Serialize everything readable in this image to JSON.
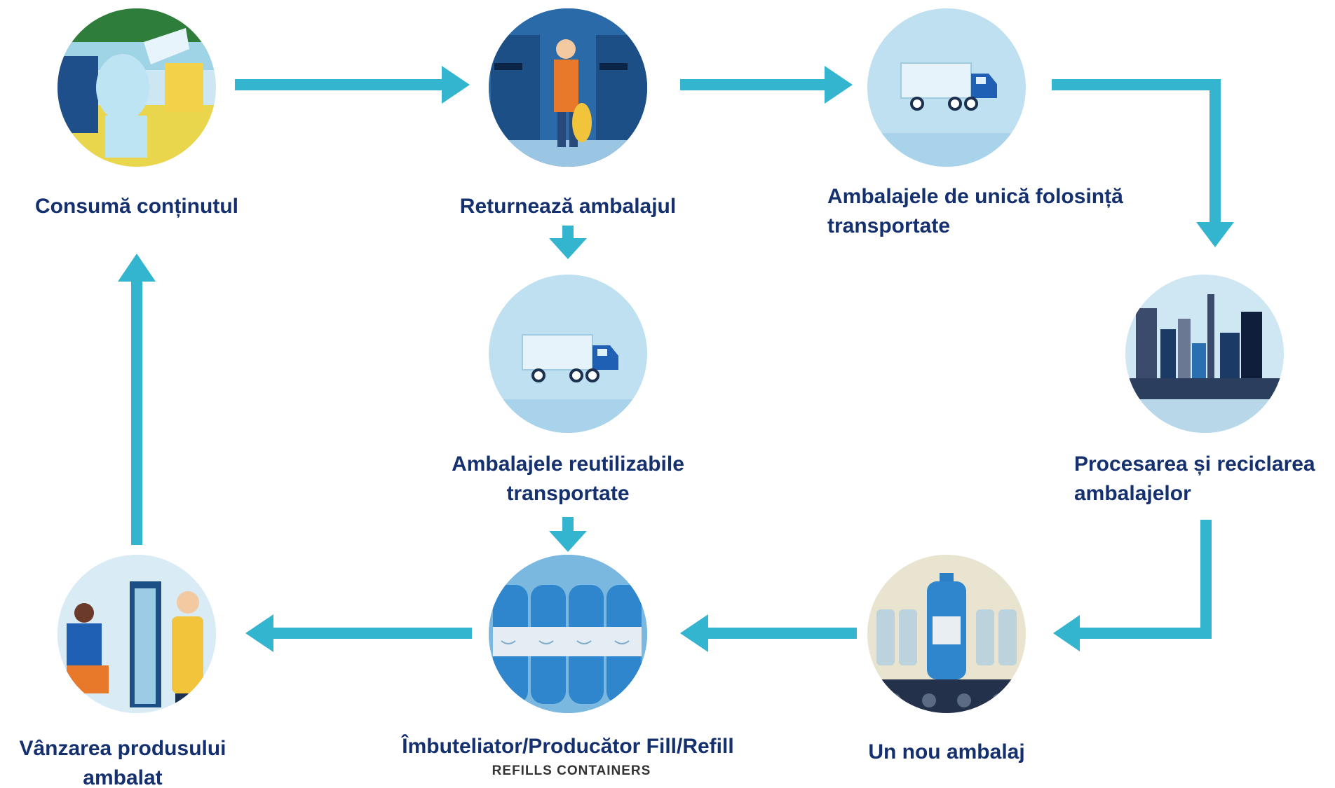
{
  "colors": {
    "arrow": "#34b5cf",
    "label": "#14306e",
    "circle_light": "#bfe0f0",
    "circle_mid": "#8ec5e4",
    "truck_blue": "#1f5fb4"
  },
  "nodes": {
    "consume": {
      "line1": "Consumă conținutul",
      "icon": "person-drinking-illustration"
    },
    "return": {
      "line1": "Returnează ambalajul",
      "icon": "return-machine-illustration"
    },
    "single_use_transport": {
      "line1": "Ambalajele de unică folosință",
      "line2": "transportate",
      "icon": "truck-illustration"
    },
    "reusable_transport": {
      "line1": "Ambalajele reutilizabile",
      "line2": "transportate",
      "icon": "truck-illustration"
    },
    "processing": {
      "line1": "Procesarea și reciclarea",
      "line2": "ambalajelor",
      "icon": "factory-illustration"
    },
    "new_package": {
      "line1": "Un nou ambalaj",
      "icon": "bottle-production-illustration"
    },
    "bottler": {
      "line1": "Îmbuteliator/Producător Fill/Refill",
      "sub": "REFILLS CONTAINERS",
      "icon": "bottles-illustration"
    },
    "sale": {
      "line1": "Vânzarea produsului",
      "line2": "ambalat",
      "icon": "shop-illustration"
    }
  }
}
